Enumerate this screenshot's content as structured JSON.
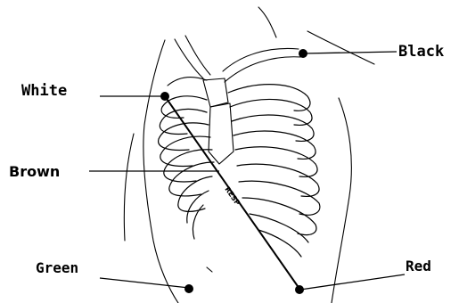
{
  "diagram": {
    "electrodes": [
      {
        "id": "black",
        "label": "Black"
      },
      {
        "id": "white",
        "label": "White"
      },
      {
        "id": "brown",
        "label": "Brown"
      },
      {
        "id": "green",
        "label": "Green"
      },
      {
        "id": "red",
        "label": "Red"
      }
    ],
    "resp_label": "RESP",
    "dot_color": "#000000",
    "line_color": "#000000"
  }
}
